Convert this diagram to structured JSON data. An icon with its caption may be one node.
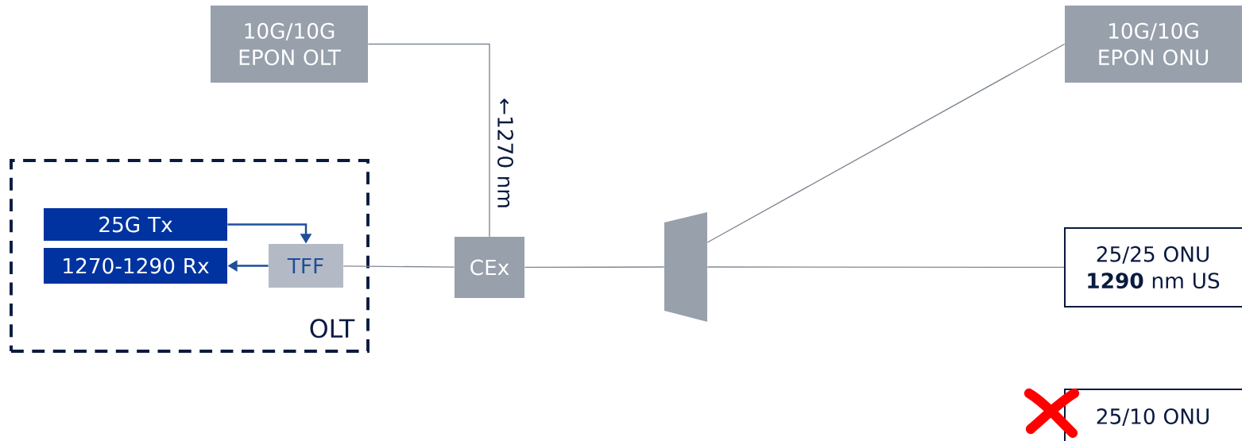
{
  "diagram": {
    "nodes": [
      {
        "text": [
          "OLT"
        ]
      },
      {
        "text": [
          "25G Tx"
        ],
        "in": 0
      },
      {
        "text": [
          "1270-1290 Rx"
        ],
        "in": 0
      },
      {
        "text": [
          "TFF"
        ],
        "in": 0
      },
      {
        "text": [
          "10G/10G EPON OLT"
        ]
      },
      {
        "text": [
          "CEx"
        ]
      },
      {
        "text": [],
        "shape": "trapezoid"
      },
      {
        "text": [
          "10G/10G EPON ONU"
        ]
      },
      {
        "text": [
          "25/25 ONU **1290** nm US"
        ]
      },
      {
        "text": [
          "25/10 ONU"
        ]
      }
    ],
    "edges": [
      {
        "from": 1,
        "to": 3,
        "arrow": "to",
        "color": "#1f4e99"
      },
      {
        "from": 3,
        "to": 2,
        "arrow": "to",
        "color": "#1f4e99"
      },
      {
        "from": 3,
        "to": 5,
        "arrow": "none"
      },
      {
        "from": 4,
        "to": 5,
        "arrow": "none",
        "label": "←1270 nm"
      },
      {
        "from": 5,
        "to": 6,
        "arrow": "none"
      },
      {
        "from": 6,
        "to": 7,
        "arrow": "none"
      },
      {
        "from": 6,
        "to": 8,
        "arrow": "none"
      }
    ]
  }
}
